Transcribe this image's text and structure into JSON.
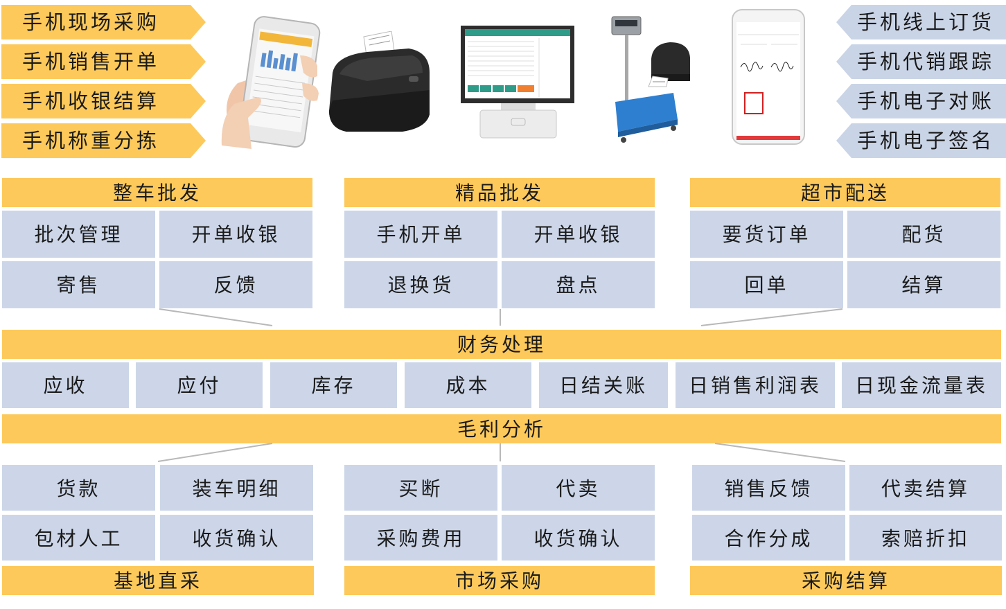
{
  "left_tags": [
    "手机现场采购",
    "手机销售开单",
    "手机收银结算",
    "手机称重分拣"
  ],
  "right_tags": [
    "手机线上订货",
    "手机代销跟踪",
    "手机电子对账",
    "手机电子签名"
  ],
  "devices": [
    "smartphone",
    "receipt-printer",
    "pos-terminal",
    "weighing-scale",
    "label-printer",
    "signature-phone"
  ],
  "top_groups": [
    {
      "title": "整车批发",
      "items": [
        "批次管理",
        "开单收银",
        "寄售",
        "反馈"
      ]
    },
    {
      "title": "精品批发",
      "items": [
        "手机开单",
        "开单收银",
        "退换货",
        "盘点"
      ]
    },
    {
      "title": "超市配送",
      "items": [
        "要货订单",
        "配货",
        "回单",
        "结算"
      ]
    }
  ],
  "finance": {
    "title": "财务处理",
    "items": [
      "应收",
      "应付",
      "库存",
      "成本",
      "日结关账",
      "日销售利润表",
      "日现金流量表"
    ]
  },
  "profit_title": "毛利分析",
  "bottom_groups": [
    {
      "title": "基地直采",
      "items": [
        "货款",
        "装车明细",
        "包材人工",
        "收货确认"
      ]
    },
    {
      "title": "市场采购",
      "items": [
        "买断",
        "代卖",
        "采购费用",
        "收货确认"
      ]
    },
    {
      "title": "采购结算",
      "items": [
        "销售反馈",
        "代卖结算",
        "合作分成",
        "索赔折扣"
      ]
    }
  ],
  "colors": {
    "gold": "#fdc95a",
    "blue": "#ccd6e8",
    "line": "#b8b8b8"
  }
}
